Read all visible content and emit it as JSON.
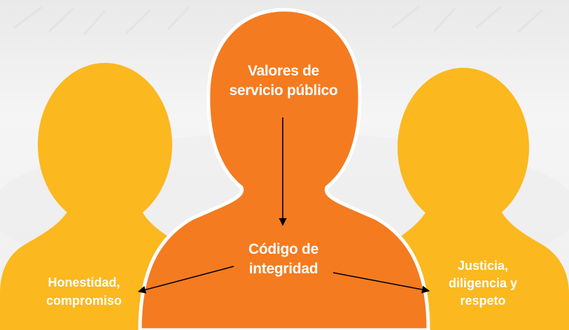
{
  "diagram": {
    "colors": {
      "background": "#f4f4f4",
      "center_figure": "#f47b20",
      "side_figures": "#fbb81f",
      "outline": "#ffffff",
      "arrows": "#000000",
      "text": "#ffffff"
    },
    "nodes": {
      "top": {
        "lines": [
          "Valores de",
          "servicio público"
        ]
      },
      "center": {
        "lines": [
          "Código de",
          "integridad"
        ]
      },
      "left": {
        "lines": [
          "Honestidad,",
          "compromiso"
        ]
      },
      "right": {
        "lines": [
          "Justicia,",
          "diligencia y",
          "respeto"
        ]
      }
    },
    "edges": [
      {
        "from": "top",
        "to": "center"
      },
      {
        "from": "center",
        "to": "left"
      },
      {
        "from": "center",
        "to": "right"
      }
    ]
  }
}
